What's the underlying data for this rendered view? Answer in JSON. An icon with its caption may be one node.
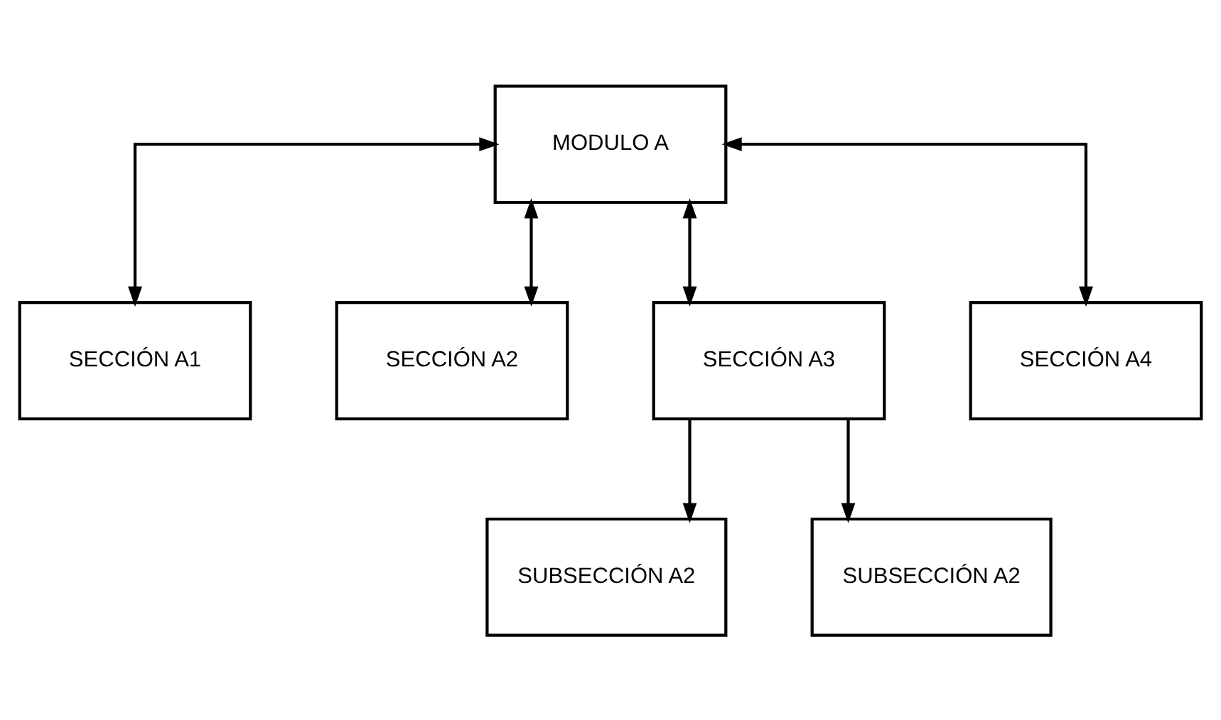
{
  "diagram": {
    "nodes": [
      {
        "text": [
          "MODULO A"
        ]
      },
      {
        "text": [
          "SECCIÓN A1"
        ]
      },
      {
        "text": [
          "SECCIÓN A2"
        ]
      },
      {
        "text": [
          "SECCIÓN A3"
        ]
      },
      {
        "text": [
          "SECCIÓN A4"
        ]
      },
      {
        "text": [
          "SUBSECCIÓN A2"
        ]
      },
      {
        "text": [
          "SUBSECCIÓN A2"
        ]
      }
    ],
    "edges": [
      {
        "from": 0,
        "to": 1,
        "arrow": "both"
      },
      {
        "from": 0,
        "to": 2,
        "arrow": "both"
      },
      {
        "from": 0,
        "to": 3,
        "arrow": "both"
      },
      {
        "from": 0,
        "to": 4,
        "arrow": "both"
      },
      {
        "from": 3,
        "to": 5,
        "arrow": "to"
      },
      {
        "from": 3,
        "to": 6,
        "arrow": "to"
      }
    ]
  }
}
